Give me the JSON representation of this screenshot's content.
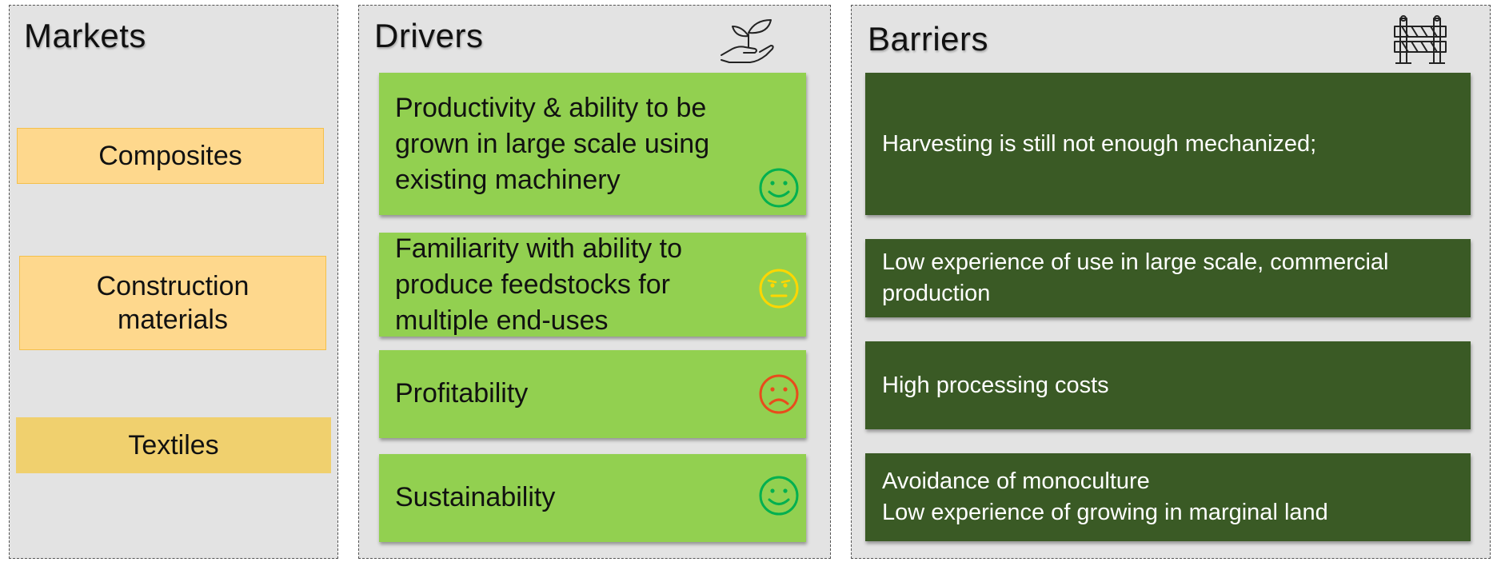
{
  "markets": {
    "title": "Markets",
    "items": [
      {
        "label": "Composites",
        "style": "light"
      },
      {
        "label": "Construction materials",
        "style": "light"
      },
      {
        "label": "Textiles",
        "style": "flat"
      }
    ]
  },
  "drivers": {
    "title": "Drivers",
    "icon": "hand-holding-plant-icon",
    "items": [
      {
        "label": "Productivity & ability to be grown in large scale using existing machinery",
        "sentiment": "positive",
        "face_color": "#00b050"
      },
      {
        "label": "Familiarity with ability to produce feedstocks for multiple end-uses",
        "sentiment": "neutral",
        "face_color": "#ffd700"
      },
      {
        "label": "Profitability",
        "sentiment": "negative",
        "face_color": "#e84c1c"
      },
      {
        "label": "Sustainability",
        "sentiment": "positive",
        "face_color": "#00b050"
      }
    ]
  },
  "barriers": {
    "title": "Barriers",
    "icon": "roadblock-barrier-icon",
    "items": [
      {
        "label": "Harvesting is still not enough mechanized;"
      },
      {
        "label": "Low experience of use in large scale, commercial production"
      },
      {
        "label": "High processing costs"
      },
      {
        "label": "Avoidance of monoculture\nLow experience of growing in marginal land"
      }
    ]
  },
  "colors": {
    "panel_bg": "#e3e3e3",
    "market_box": "#fed88d",
    "market_box_flat": "#f0d06e",
    "driver_box": "#92d050",
    "barrier_box": "#3a5a25"
  }
}
